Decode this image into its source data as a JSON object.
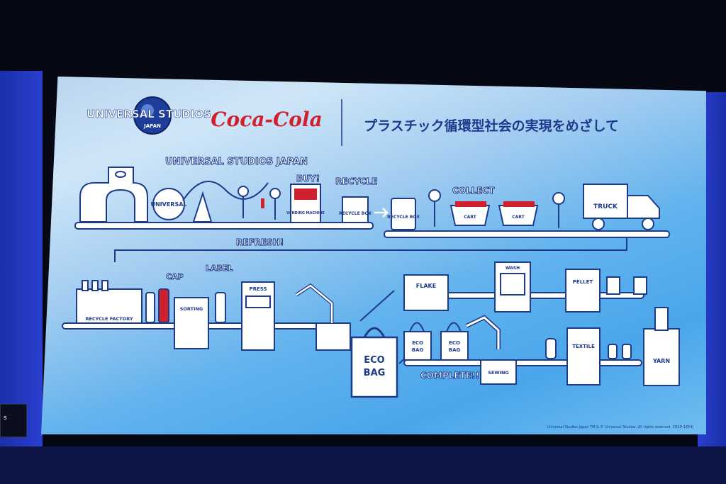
{
  "header": {
    "usj_logo_line1": "UNIVERSAL STUDIOS",
    "usj_logo_line2": "JAPAN",
    "coke_logo": "Coca-Cola",
    "tagline": "プラスチック循環型社会の実現をめざして"
  },
  "row1": {
    "park_name": "UNIVERSAL STUDIOS JAPAN",
    "globe_text": "UNIVERSAL",
    "buy": "BUY!",
    "vending_machine": "VENDING MACHINE",
    "recycle": "RECYCLE",
    "recycle_box": "RECYCLE BOX",
    "recycle_box_2": "RECYCLE BOX",
    "collect": "COLLECT",
    "cart_1": "CART",
    "cart_2": "CART",
    "truck": "TRUCK",
    "refresh": "REFRESH!"
  },
  "row2": {
    "recycle_factory": "RECYCLE FACTORY",
    "cap": "CAP",
    "label": "LABEL",
    "sorting": "SORTING",
    "press": "PRESS",
    "flake": "FLAKE",
    "wash": "WASH",
    "pellet": "PELLET"
  },
  "row3": {
    "eco_bag_big_line1": "ECO",
    "eco_bag_big_line2": "BAG",
    "eco_bag_1_line1": "ECO",
    "eco_bag_1_line2": "BAG",
    "eco_bag_2_line1": "ECO",
    "eco_bag_2_line2": "BAG",
    "complete": "COMPLETE!!",
    "sewing": "SEWING",
    "textile": "TEXTILE",
    "yarn": "YARN"
  },
  "copyright": "Universal Studios Japan TM & © Universal Studios. All rights reserved. CR20-1654J",
  "podium_text": "s",
  "colors": {
    "line": "#1d3a8c",
    "coke_red": "#d0202e",
    "screen_light": "#cfe6f8",
    "screen_dark": "#4aa6ea"
  }
}
